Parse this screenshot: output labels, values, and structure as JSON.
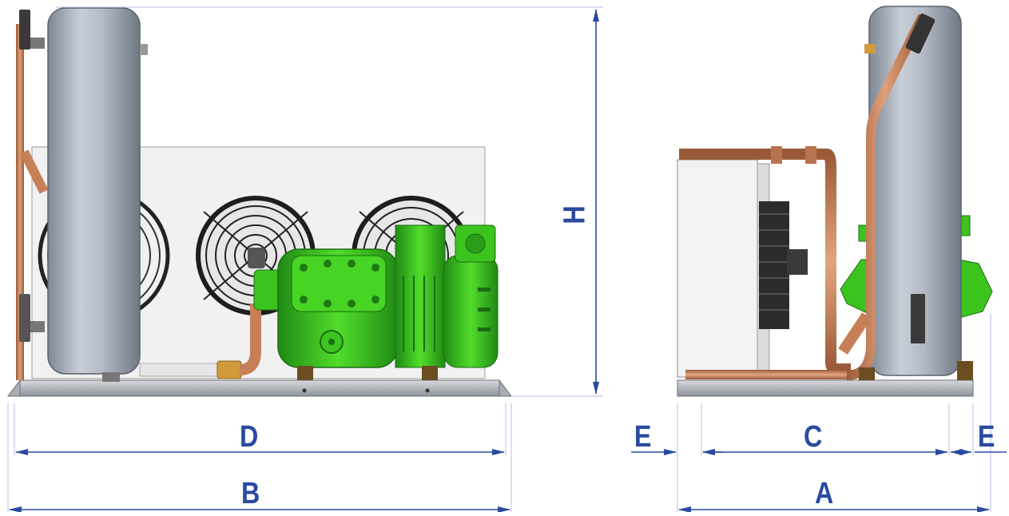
{
  "labels": {
    "height": "H",
    "front_inner_width": "D",
    "front_overall_width": "B",
    "side_overhang_left": "E",
    "side_inner_width": "C",
    "side_overhang_right": "E",
    "side_overall_width": "A"
  },
  "colors": {
    "dimension": "#2a4aa0",
    "extension_line": "#9aa6d8",
    "receiver": "#aab1bd",
    "compressor": "#3cc41e",
    "copper": "#c77f58",
    "brass": "#d19a3a",
    "panel": "#f0f0f0",
    "base": "#b9bcc2",
    "fan_guard": "#222222"
  }
}
